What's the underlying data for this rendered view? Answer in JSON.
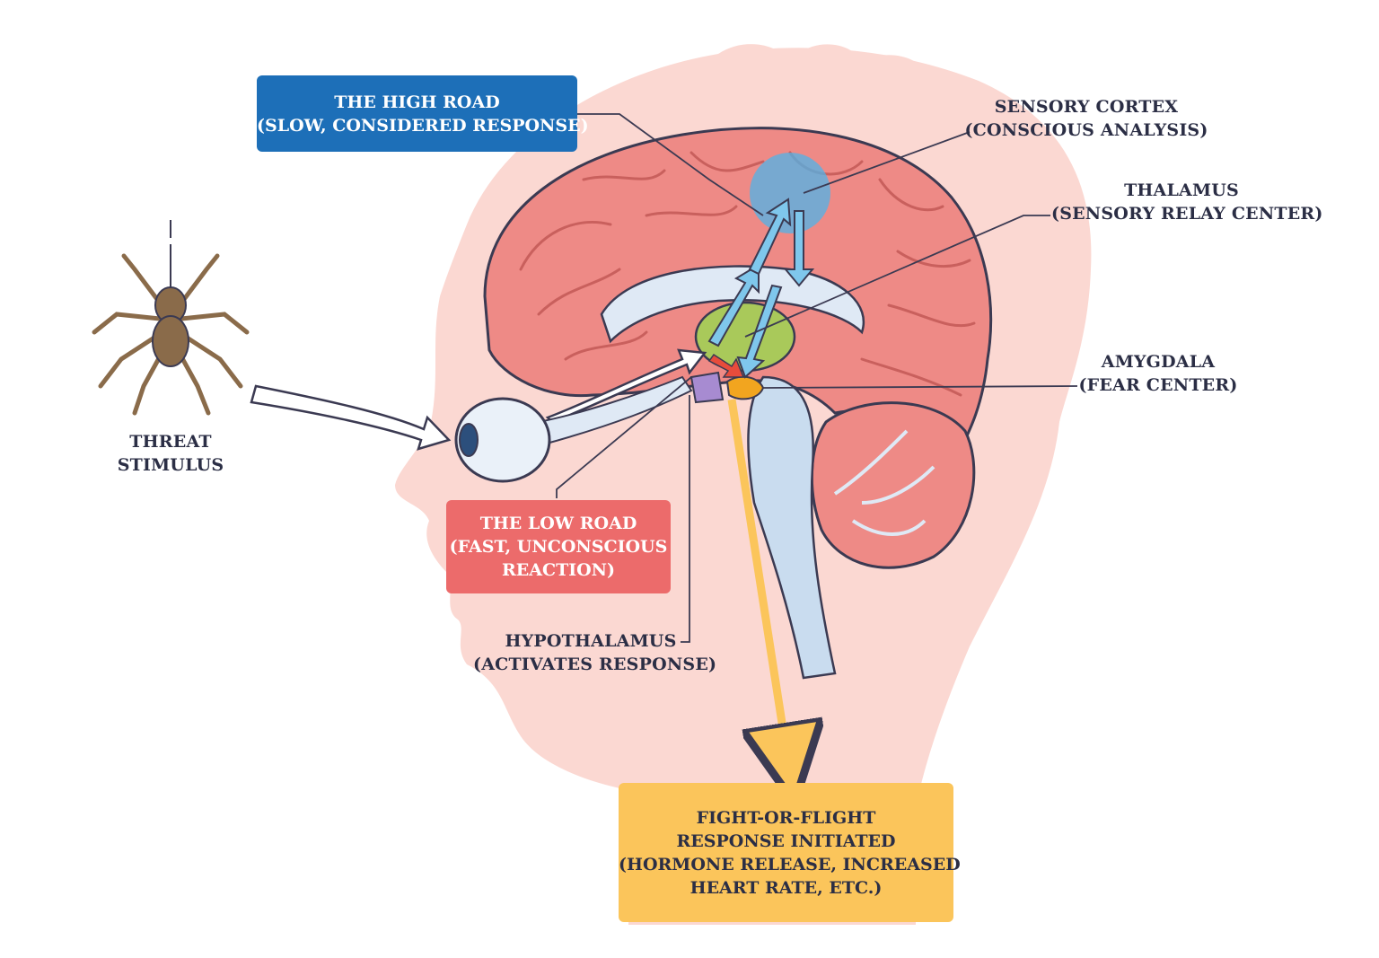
{
  "labels": {
    "threat": {
      "line1": "THREAT",
      "line2": "STIMULUS"
    },
    "sensory_cortex": {
      "line1": "SENSORY CORTEX",
      "line2": "(CONSCIOUS ANALYSIS)"
    },
    "thalamus": {
      "line1": "THALAMUS",
      "line2": "(SENSORY RELAY CENTER)"
    },
    "amygdala": {
      "line1": "AMYGDALA",
      "line2": "(FEAR CENTER)"
    },
    "hypothalamus": {
      "line1": "HYPOTHALAMUS",
      "line2": "(ACTIVATES RESPONSE)"
    }
  },
  "boxes": {
    "high_road": {
      "line1": "THE HIGH ROAD",
      "line2": "(SLOW, CONSIDERED RESPONSE)",
      "color": "#1d6fb8"
    },
    "low_road": {
      "line1": "THE LOW ROAD",
      "line2": "(FAST, UNCONSCIOUS",
      "line3": "REACTION)",
      "color": "#ec6b6b"
    },
    "fight_flight": {
      "line1": "FIGHT-OR-FLIGHT",
      "line2": "RESPONSE INITIATED",
      "line3": "(HORMONE RELEASE, INCREASED",
      "line4": "HEART RATE, ETC.)",
      "color": "#fbc55b"
    }
  },
  "colors": {
    "head": "#fbd8d2",
    "brain": "#ee8a86",
    "brain_outline": "#3b3a52",
    "cortex_spot": "#4fb3e8",
    "thalamus": "#a9c95a",
    "amygdala": "#f2a51f",
    "hypothalamus": "#a78bd1",
    "low_road_arrow": "#e74c3c",
    "high_road_arrow": "#7fc7ec",
    "brainstem": "#c9dcef",
    "spider": "#8a6b4a"
  }
}
